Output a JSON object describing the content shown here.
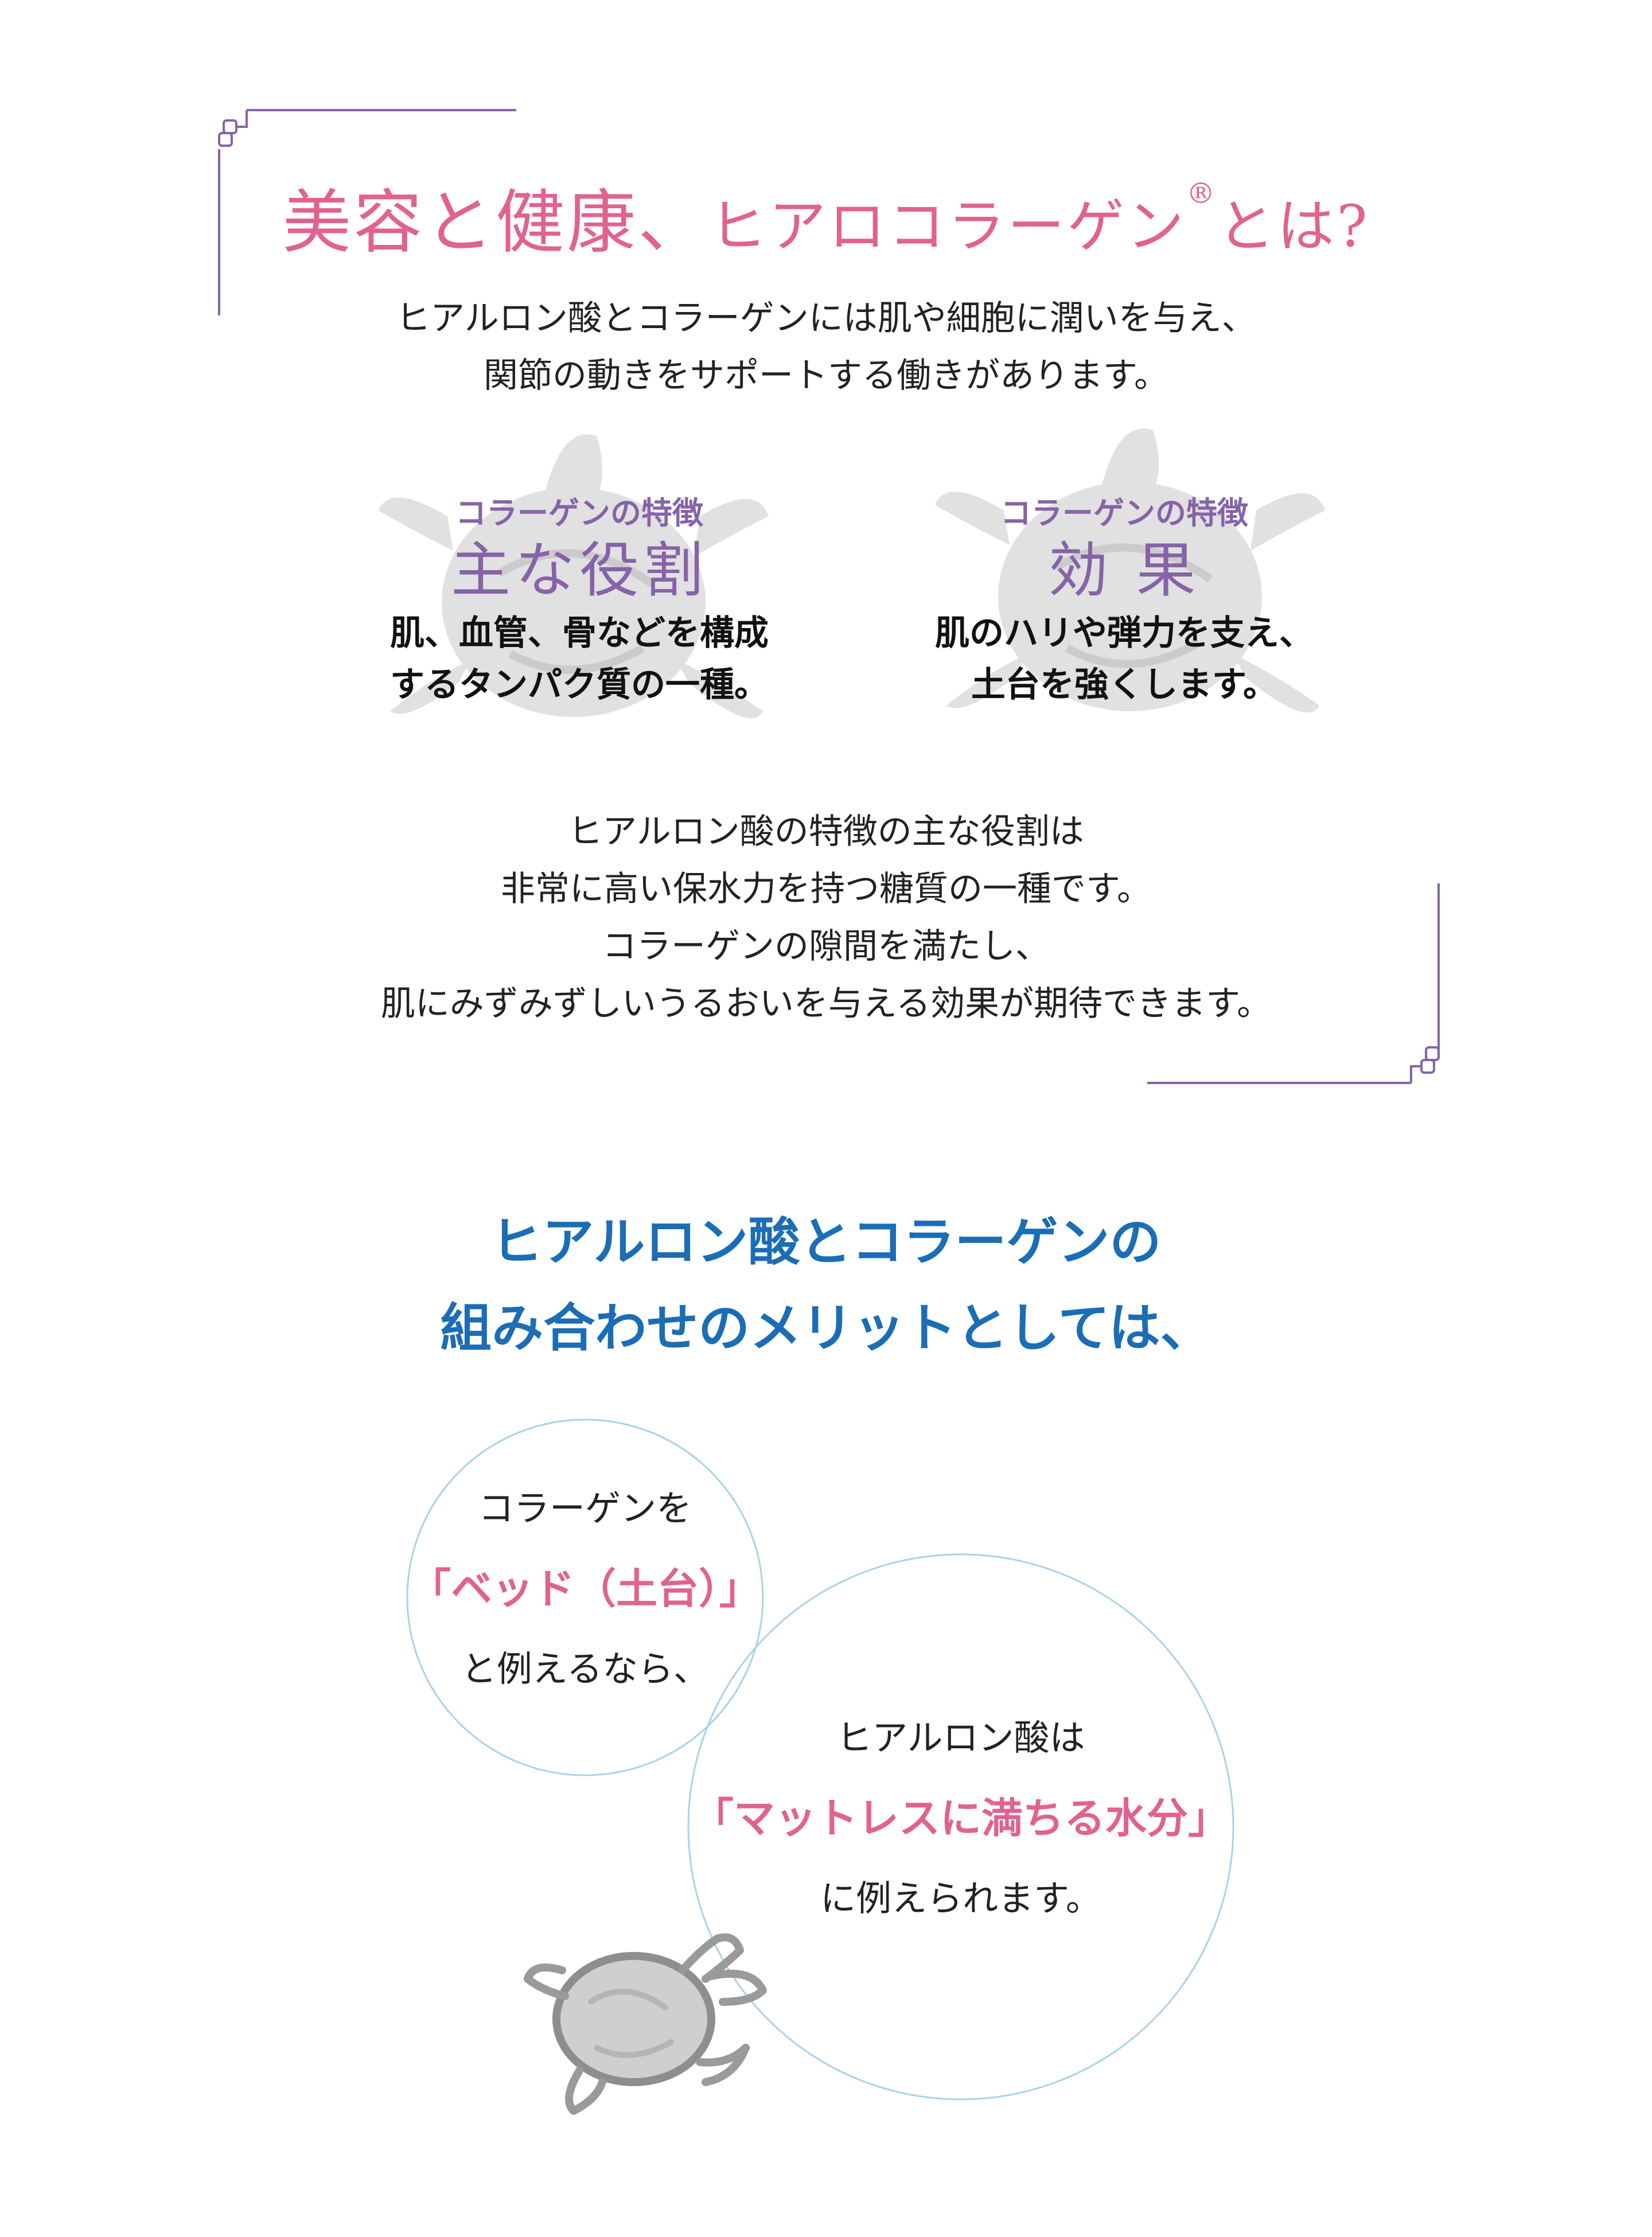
{
  "title": {
    "part1": "美容と健康、",
    "part2": "ヒアロコラーゲン",
    "mark": "®",
    "part3": "とは?"
  },
  "intro": {
    "line1": "ヒアルロン酸とコラーゲンには肌や細胞に潤いを与え、",
    "line2": "関節の動きをサポートする働きがあります。"
  },
  "features": [
    {
      "subtitle": "コラーゲンの特徴",
      "heading": "主な役割",
      "body_line1": "肌、血管、骨などを構成",
      "body_line2": "するタンパク質の一種。"
    },
    {
      "subtitle": "コラーゲンの特徴",
      "heading": "効 果",
      "body_line1": "肌のハリや弾力を支え、",
      "body_line2": "土台を強くします。"
    }
  ],
  "hyaluronic": {
    "line1": "ヒアルロン酸の特徴の主な役割は",
    "line2": "非常に高い保水力を持つ糖質の一種です。",
    "line3": "コラーゲンの隙間を満たし、",
    "line4": "肌にみずみずしいうるおいを与える効果が期待できます。"
  },
  "combination": {
    "line1": "ヒアルロン酸とコラーゲンの",
    "line2": "組み合わせのメリットとしては、"
  },
  "bubble_collagen": {
    "line1": "コラーゲンを",
    "highlight": "「ベッド（土台）」",
    "line3": "と例えるなら、"
  },
  "bubble_hyaluronic": {
    "line1": "ヒアルロン酸は",
    "highlight": "「マットレスに満ちる水分」",
    "line3": "に例えられます。"
  },
  "colors": {
    "pink": "#e1628f",
    "purple": "#8663a8",
    "blue": "#1b6db5",
    "circle": "#a9d3ea"
  }
}
